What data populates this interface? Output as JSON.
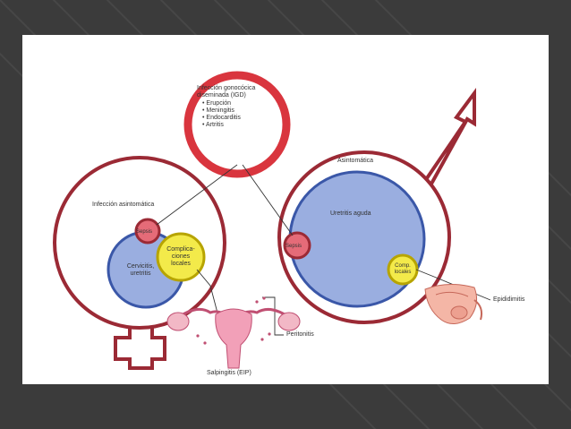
{
  "colors": {
    "background": "#3b3b3b",
    "slide": "#ffffff",
    "ring_dark_red": "#9b2a35",
    "ring_bright_red": "#d9353e",
    "blue_fill": "#9aaee0",
    "blue_stroke": "#3a57a8",
    "yellow_fill": "#f3ea4a",
    "yellow_stroke": "#b7a400",
    "sepsis_fill": "#e56b78"
  },
  "igd": {
    "title_line1": "Infección gonocócica",
    "title_line2": "diseminada (IGD)",
    "items": [
      "Erupción",
      "Meningitis",
      "Endocarditis",
      "Artritis"
    ]
  },
  "female": {
    "label": "Infección asintomática",
    "cervicitis_line1": "Cervicitis,",
    "cervicitis_line2": "uretritis",
    "sepsis": "Sepsis",
    "complications_line1": "Complica-",
    "complications_line2": "ciones",
    "complications_line3": "locales",
    "peritonitis": "Peritonitis",
    "salpingitis": "Salpingitis (EIP)"
  },
  "male": {
    "label": "Asintomática",
    "urethritis": "Uretritis aguda",
    "sepsis": "Sepsis",
    "complications_line1": "Comp.",
    "complications_line2": "locales",
    "epididymitis": "Epididimitis"
  }
}
